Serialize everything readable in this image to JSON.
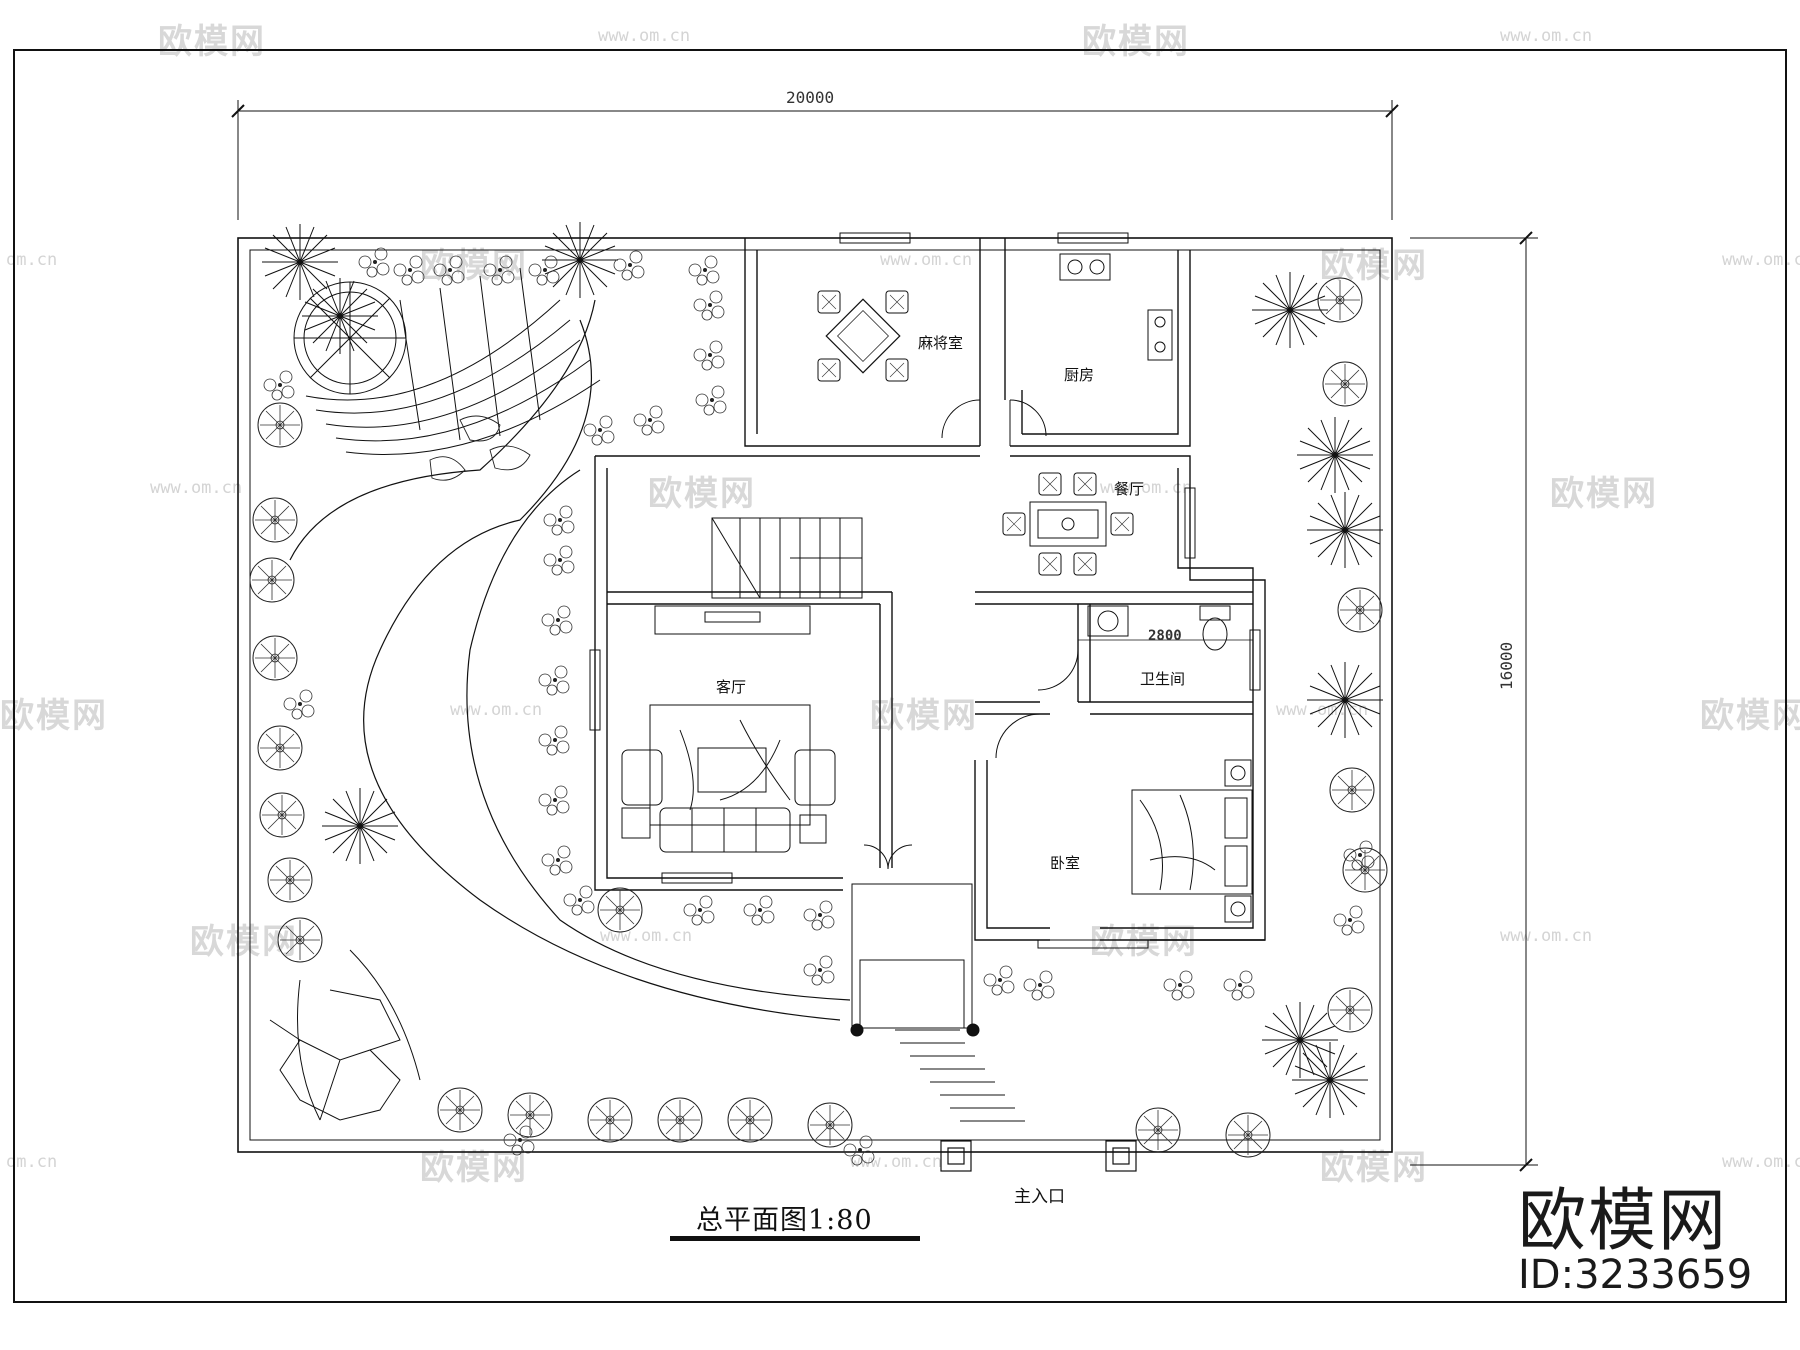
{
  "drawing": {
    "title": "总平面图1:80",
    "entrance_label": "主入口",
    "dimensions": {
      "width": "20000",
      "height": "16000",
      "bathroom_width": "2800"
    },
    "rooms": {
      "mahjong": "麻将室",
      "kitchen": "厨房",
      "dining": "餐厅",
      "living": "客厅",
      "bathroom": "卫生间",
      "bedroom": "卧室"
    }
  },
  "watermark": {
    "brand": "欧模网",
    "url": "www.om.cn",
    "url_short": "om.cn"
  },
  "brand_block": {
    "name": "欧模网",
    "id": "ID:3233659"
  },
  "colors": {
    "line": "#111111",
    "watermark": "#d6d6d6",
    "background": "#ffffff"
  }
}
